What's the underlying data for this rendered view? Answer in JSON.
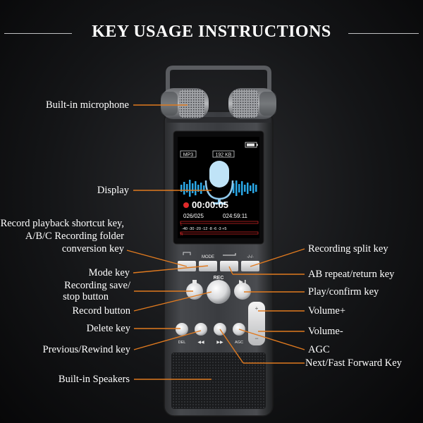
{
  "title": "KEY USAGE INSTRUCTIONS",
  "labels": {
    "microphone": "Built-in microphone",
    "display": "Display",
    "playback_shortcut_1": "Record playback shortcut key,",
    "playback_shortcut_2": "A/B/C Recording folder",
    "playback_shortcut_3": "conversion key",
    "mode_key": "Mode key",
    "save_stop_1": "Recording save/",
    "save_stop_2": "stop button",
    "record_button": "Record button",
    "delete_key": "Delete key",
    "previous": "Previous/Rewind key",
    "speakers": "Built-in Speakers",
    "split_key": "Recording split key",
    "ab_repeat": "AB repeat/return key",
    "play_confirm": "Play/confirm key",
    "volume_up": "Volume+",
    "volume_down": "Volume-",
    "agc": "AGC",
    "next": "Next/Fast Forward Key"
  },
  "screen": {
    "format": "MP3",
    "bitrate": "192 KB",
    "elapsed": "00:00:05",
    "file_index": "026/025",
    "total": "024:59:11",
    "meter": "-40 -30 -20 -12 -8 -6 -3 +5",
    "channel_l": "L",
    "channel_r": "R"
  },
  "keys": {
    "mode": "MODE",
    "split": "-/-/-",
    "rec": "REC",
    "del": "DEL",
    "agc": "AGC"
  },
  "colors": {
    "leader_line": "#e07a1f",
    "waveform": "#2aa7e6",
    "record_dot": "#e02a2a",
    "meter": "#e02a2a"
  }
}
